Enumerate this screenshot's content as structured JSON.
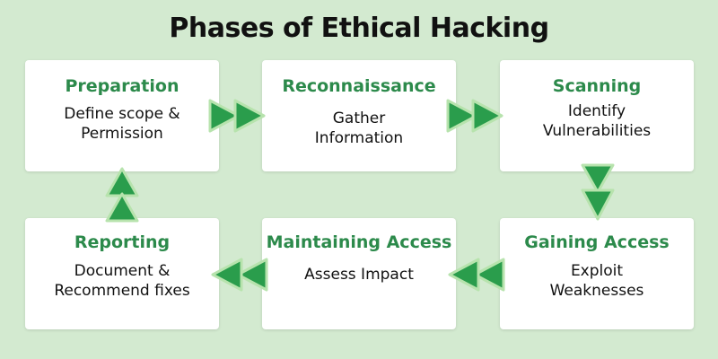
{
  "title": "Phases of Ethical Hacking",
  "colors": {
    "background": "#d3ead0",
    "card": "#ffffff",
    "heading_green": "#2c8a4b",
    "arrow_green": "#2a9d4c",
    "arrow_outline": "#b7e3ad"
  },
  "phases": [
    {
      "heading": "Preparation",
      "description": "Define scope &\nPermission"
    },
    {
      "heading": "Reconnaissance",
      "description": "Gather\nInformation"
    },
    {
      "heading": "Scanning",
      "description": "Identify\nVulnerabilities"
    },
    {
      "heading": "Reporting",
      "description": "Document &\nRecommend fixes"
    },
    {
      "heading": "Maintaining Access",
      "description": "Assess Impact"
    },
    {
      "heading": "Gaining Access",
      "description": "Exploit\nWeaknesses"
    }
  ],
  "arrow_icon": "double-chevron-arrow"
}
